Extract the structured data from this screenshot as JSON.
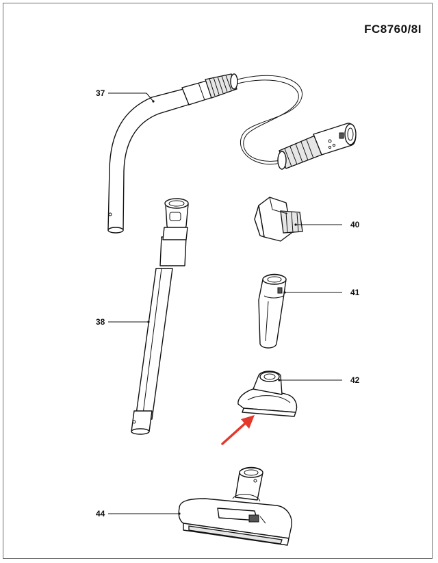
{
  "model": "FC8760/8I",
  "callouts": {
    "p37": "37",
    "p38": "38",
    "p40": "40",
    "p41": "41",
    "p42": "42",
    "p44": "44"
  },
  "colors": {
    "arrow": "#e3382b",
    "ink": "#111111",
    "frame": "#6a6a6a"
  }
}
